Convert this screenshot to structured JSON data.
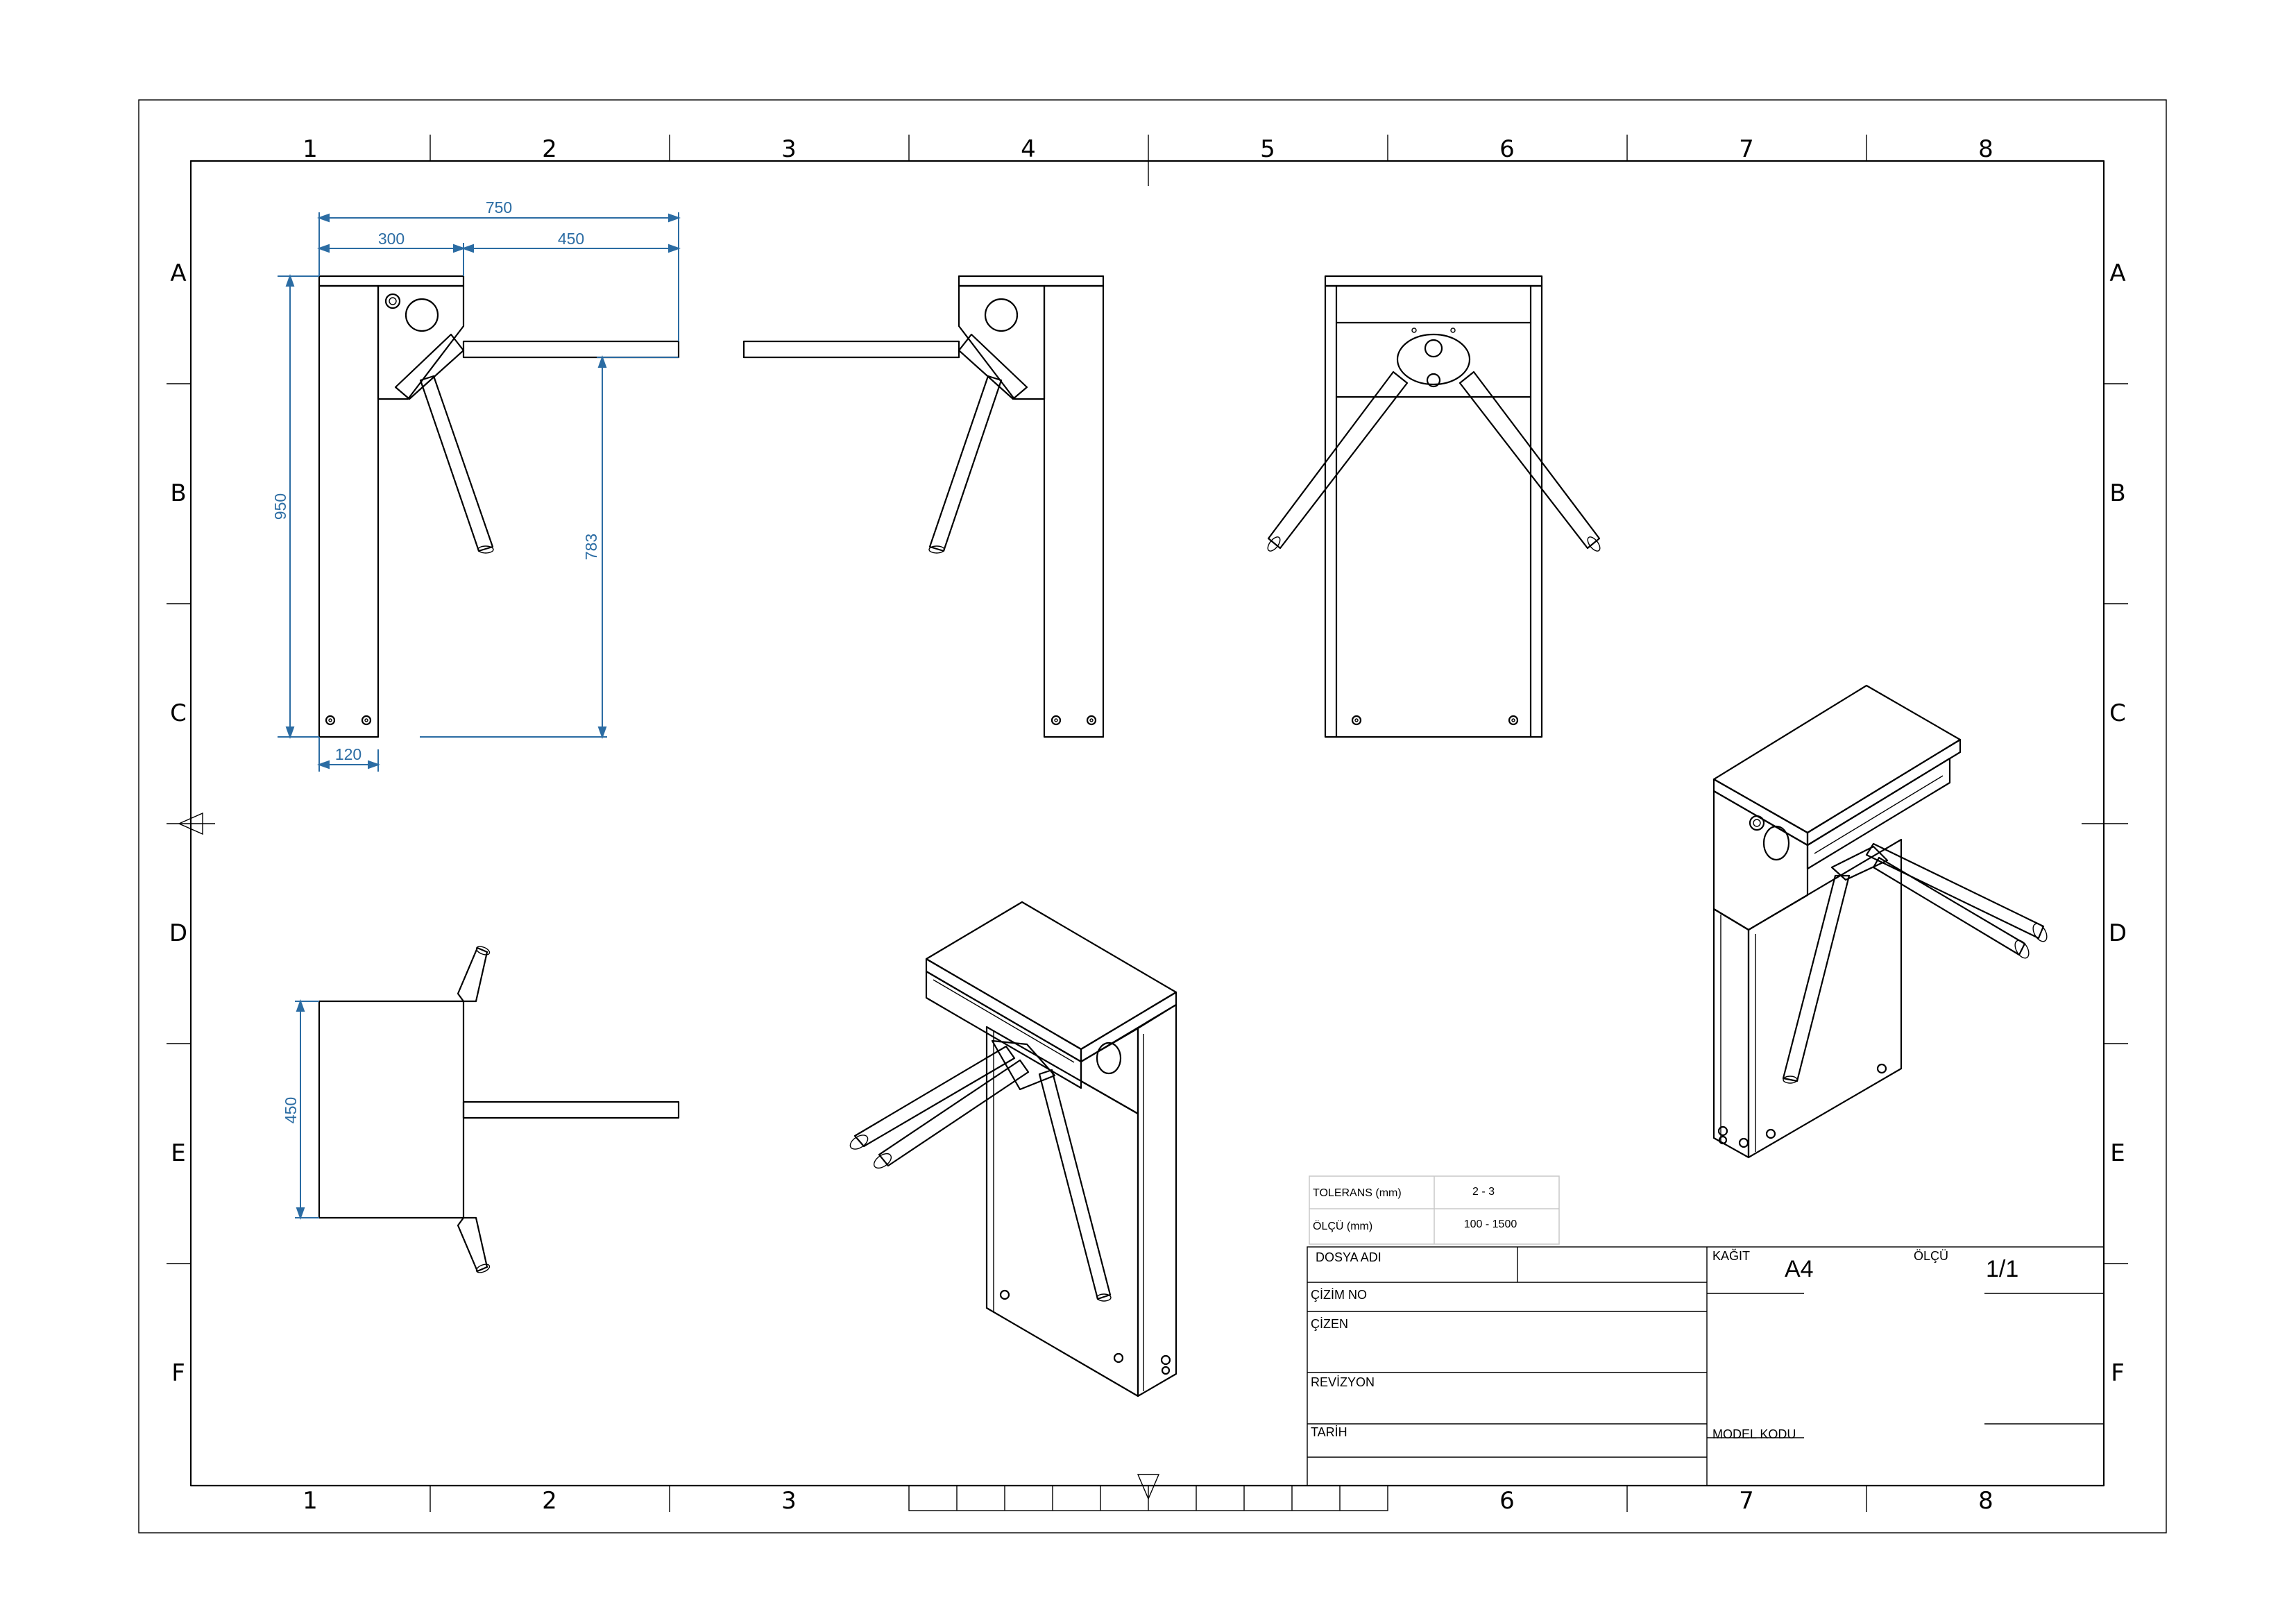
{
  "zones": {
    "columns": [
      "1",
      "2",
      "3",
      "4",
      "5",
      "6",
      "7",
      "8"
    ],
    "rows": [
      "A",
      "B",
      "C",
      "D",
      "E",
      "F"
    ]
  },
  "dimensions": {
    "overall_width": "750",
    "body_width": "300",
    "arm_reach": "450",
    "height": "950",
    "arm_height": "783",
    "base_width": "120",
    "top_depth": "450"
  },
  "tolerance_table": {
    "tolerance_label": "TOLERANS (mm)",
    "tolerance_value": "2 - 3",
    "measure_label": "ÖLÇÜ  (mm)",
    "measure_value": "100 - 1500"
  },
  "title_block": {
    "file_name_label": "DOSYA ADI",
    "drawing_no_label": "ÇİZİM NO",
    "drawn_by_label": "ÇİZEN",
    "revision_label": "REVİZYON",
    "date_label": "TARİH",
    "paper_label": "KAĞIT",
    "paper_value": "A4",
    "scale_label": "ÖLÇÜ",
    "scale_value": "1/1",
    "model_code_label": "MODEL KODU"
  }
}
